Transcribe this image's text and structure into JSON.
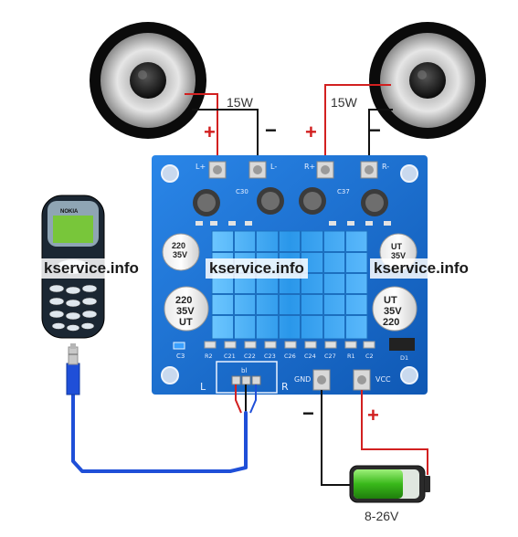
{
  "speakers": {
    "left_power": "15W",
    "right_power": "15W"
  },
  "wire_signs": {
    "left_plus": "+",
    "left_minus": "−",
    "right_plus": "+",
    "right_minus": "−",
    "gnd_minus": "−",
    "vcc_plus": "+"
  },
  "board": {
    "terminal_left_plus": "L+",
    "terminal_left_minus": "L-",
    "terminal_right_plus": "R+",
    "terminal_right_minus": "R-",
    "gnd_label": "GND",
    "vcc_label": "VCC",
    "channel_left": "L",
    "channel_right": "R",
    "input_label": "bl",
    "cap_text_line1": "220",
    "cap_text_line2": "35V",
    "cap_text_line3": "UT",
    "component_labels": [
      "C30",
      "C37",
      "C3",
      "R2",
      "C21",
      "C22",
      "C23",
      "C26",
      "C24",
      "C27",
      "R1",
      "C2",
      "D1"
    ]
  },
  "phone": {
    "brand": "NOKIA"
  },
  "battery": {
    "voltage_label": "8-26V"
  },
  "watermarks": [
    "kservice.info",
    "kservice.info",
    "kservice.info"
  ],
  "colors": {
    "pcb": "#1a6fd0",
    "wire_red": "#d22020",
    "wire_black": "#111111",
    "cable_blue": "#1f4fd8",
    "heatsink": "#3aa4ee",
    "battery_green": "#3ec21e"
  }
}
